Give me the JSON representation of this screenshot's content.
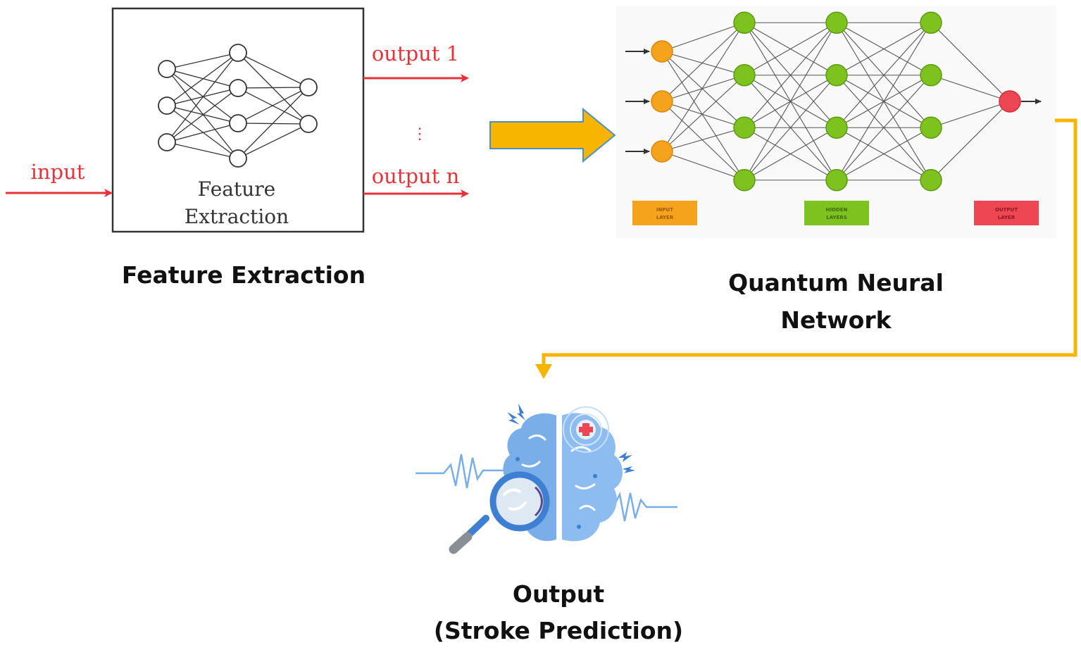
{
  "feature_block": {
    "input_label": "input",
    "output_first_label": "output 1",
    "output_last_label": "output n",
    "ellipsis": "⋮",
    "box_label_line1": "Feature",
    "box_label_line2": "Extraction",
    "caption": "Feature Extraction",
    "mini_network_layers": [
      3,
      4,
      2
    ]
  },
  "qnn_block": {
    "caption_line1": "Quantum Neural",
    "caption_line2": "Network",
    "layers": [
      3,
      4,
      4,
      4,
      1
    ],
    "legend": {
      "input": [
        "INPUT",
        "LAYER"
      ],
      "hidden": [
        "HIDDEN",
        "LAYERS"
      ],
      "output": [
        "OUTPUT",
        "LAYER"
      ]
    }
  },
  "output_block": {
    "caption_line1": "Output",
    "caption_line2": "(Stroke Prediction)",
    "icon": "brain-magnifier-icon"
  },
  "colors": {
    "signal_red": "#e8323a",
    "flow_arrow": "#f7b500",
    "flow_arrow_outline": "#4a90c8",
    "input_node": "#f5a21c",
    "hidden_node": "#7dc21e",
    "output_node": "#ef4653",
    "brain": "#7aaee8",
    "brain_dark": "#3e7fd2"
  }
}
